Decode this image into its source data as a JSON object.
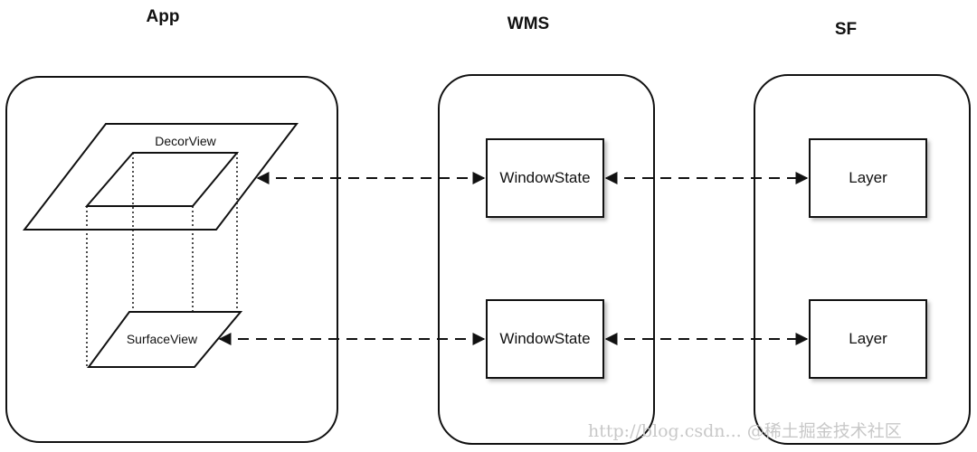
{
  "titles": {
    "app": "App",
    "wms": "WMS",
    "sf": "SF"
  },
  "app": {
    "decor_view": "DecorView",
    "surface_view": "SurfaceView"
  },
  "wms": {
    "window_state_1": "WindowState",
    "window_state_2": "WindowState"
  },
  "sf": {
    "layer_1": "Layer",
    "layer_2": "Layer"
  },
  "watermark": "http://blog.csdn... @稀土掘金技术社区"
}
